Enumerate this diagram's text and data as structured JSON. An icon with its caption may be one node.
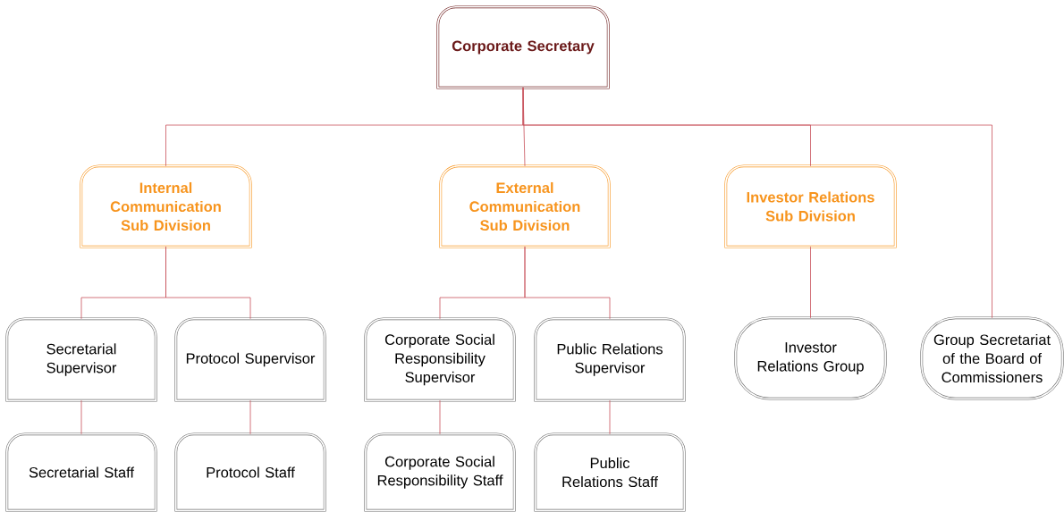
{
  "diagram": {
    "nodes": [
      {
        "text": [
          "Corporate Secretary"
        ]
      },
      {
        "text": [
          "Internal Communication Sub Division"
        ]
      },
      {
        "text": [
          "External Communication Sub Division"
        ]
      },
      {
        "text": [
          "Investor Relations Sub Division"
        ]
      },
      {
        "text": [
          "Secretarial Supervisor"
        ]
      },
      {
        "text": [
          "Protocol Supervisor"
        ]
      },
      {
        "text": [
          "Corporate Social Responsibility Supervisor"
        ]
      },
      {
        "text": [
          "Public Relations Supervisor"
        ]
      },
      {
        "text": [
          "Investor Relations Group"
        ]
      },
      {
        "text": [
          "Group Secretariat of the Board of Commissioners"
        ]
      },
      {
        "text": [
          "Secretarial Staff"
        ]
      },
      {
        "text": [
          "Protocol Staff"
        ]
      },
      {
        "text": [
          "Corporate Social Responsibility Staff"
        ]
      },
      {
        "text": [
          "Public Relations Staff"
        ]
      }
    ],
    "edges": [
      {
        "from": 0,
        "to": 1,
        "arrow": "none"
      },
      {
        "from": 0,
        "to": 2,
        "arrow": "none"
      },
      {
        "from": 0,
        "to": 3,
        "arrow": "none"
      },
      {
        "from": 0,
        "to": 9,
        "arrow": "none"
      },
      {
        "from": 1,
        "to": 4,
        "arrow": "none"
      },
      {
        "from": 1,
        "to": 5,
        "arrow": "none"
      },
      {
        "from": 2,
        "to": 6,
        "arrow": "none"
      },
      {
        "from": 2,
        "to": 7,
        "arrow": "none"
      },
      {
        "from": 3,
        "to": 8,
        "arrow": "none"
      },
      {
        "from": 4,
        "to": 10,
        "arrow": "none"
      },
      {
        "from": 5,
        "to": 11,
        "arrow": "none"
      },
      {
        "from": 6,
        "to": 12,
        "arrow": "none"
      },
      {
        "from": 7,
        "to": 13,
        "arrow": "none"
      }
    ]
  }
}
